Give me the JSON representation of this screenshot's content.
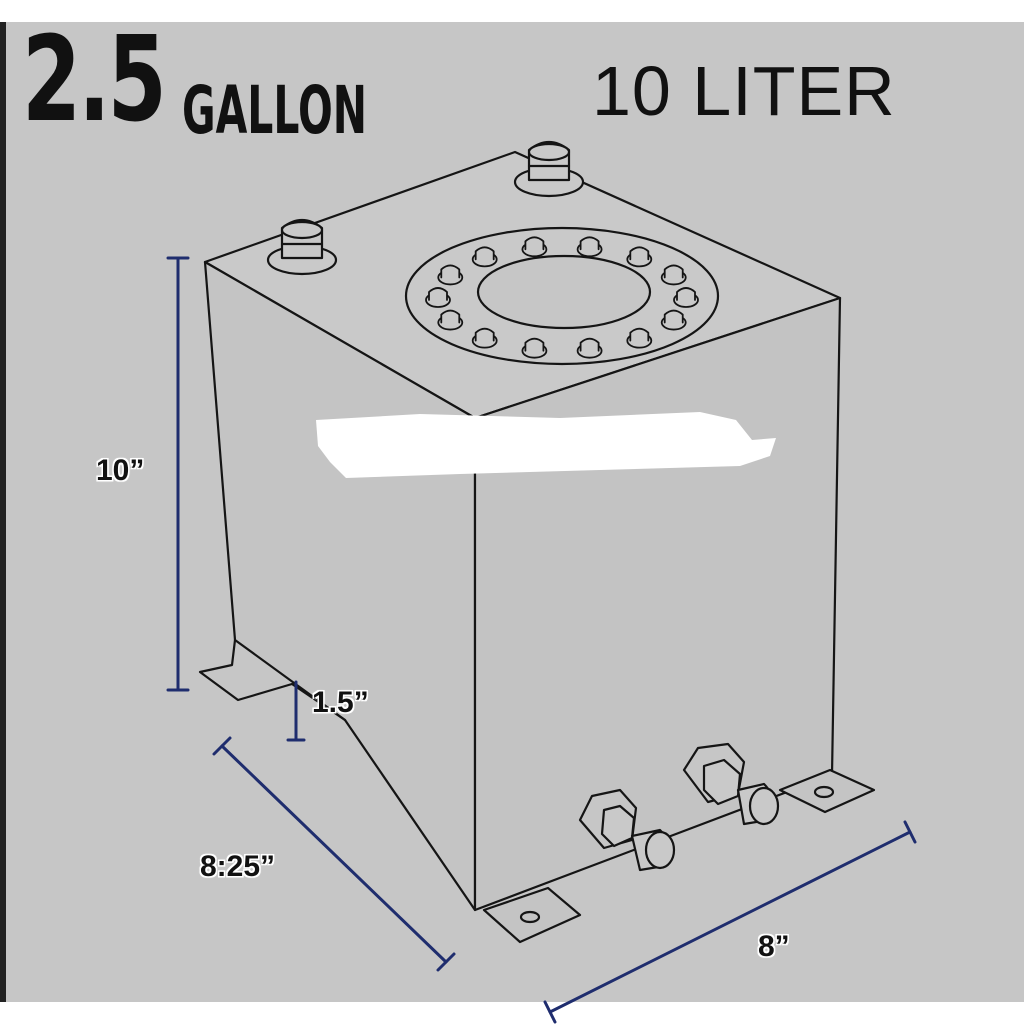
{
  "header": {
    "capacity_value": "2.5",
    "capacity_unit": "GALLON",
    "capacity_metric": "10 LITER"
  },
  "dimensions": {
    "height": "10”",
    "foot_height": "1.5”",
    "depth": "8:25”",
    "width": "8”"
  },
  "colors": {
    "background": "#c6c6c6",
    "line": "#151515",
    "dimension_line": "#1f2d6e",
    "redaction": "#ffffff"
  },
  "parts": {
    "top_cap_icon": "fuel-cap-icon",
    "sender_flange_icon": "bolt-flange-icon",
    "fitting_icon": "hex-fitting-icon"
  }
}
